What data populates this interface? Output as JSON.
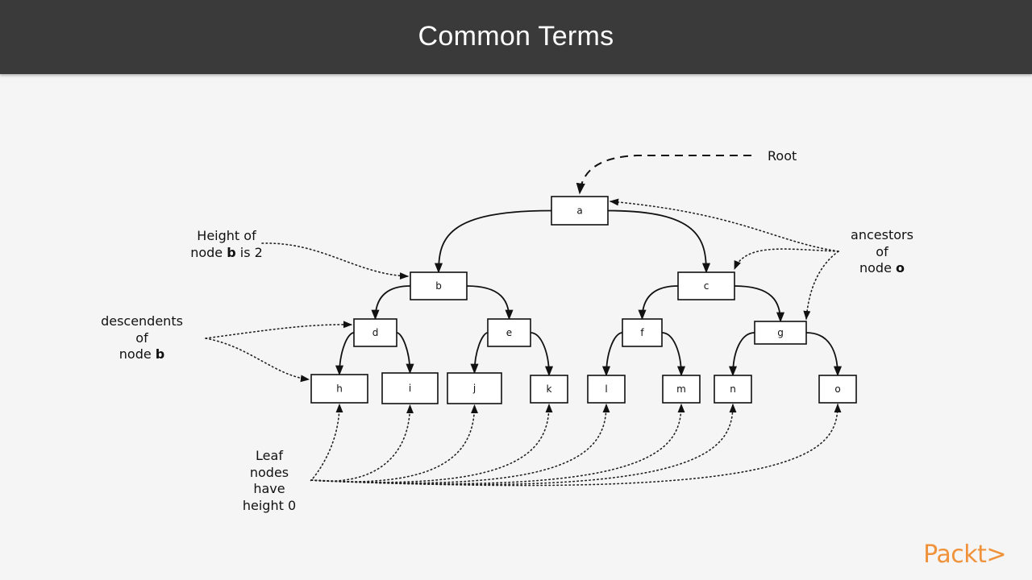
{
  "header": {
    "title": "Common Terms"
  },
  "nodes": [
    {
      "id": "a",
      "label": "a"
    },
    {
      "id": "b",
      "label": "b"
    },
    {
      "id": "c",
      "label": "c"
    },
    {
      "id": "d",
      "label": "d"
    },
    {
      "id": "e",
      "label": "e"
    },
    {
      "id": "f",
      "label": "f"
    },
    {
      "id": "g",
      "label": "g"
    },
    {
      "id": "h",
      "label": "h"
    },
    {
      "id": "i",
      "label": "i"
    },
    {
      "id": "j",
      "label": "j"
    },
    {
      "id": "k",
      "label": "k"
    },
    {
      "id": "l",
      "label": "l"
    },
    {
      "id": "m",
      "label": "m"
    },
    {
      "id": "n",
      "label": "n"
    },
    {
      "id": "o",
      "label": "o"
    }
  ],
  "edges": [
    [
      "a",
      "b"
    ],
    [
      "a",
      "c"
    ],
    [
      "b",
      "d"
    ],
    [
      "b",
      "e"
    ],
    [
      "c",
      "f"
    ],
    [
      "c",
      "g"
    ],
    [
      "d",
      "h"
    ],
    [
      "d",
      "i"
    ],
    [
      "e",
      "j"
    ],
    [
      "e",
      "k"
    ],
    [
      "f",
      "l"
    ],
    [
      "f",
      "m"
    ],
    [
      "g",
      "n"
    ],
    [
      "g",
      "o"
    ]
  ],
  "annotations": {
    "root": "Root",
    "height_line1": "Height of",
    "height_line2_pre": "node ",
    "height_line2_bold": "b",
    "height_line2_post": " is 2",
    "desc_line1": "descendents",
    "desc_line2": "of",
    "desc_line3_pre": "node ",
    "desc_line3_bold": "b",
    "anc_line1": "ancestors",
    "anc_line2": "of",
    "anc_line3_pre": "node ",
    "anc_line3_bold": "o",
    "leaf_line1": "Leaf",
    "leaf_line2": "nodes",
    "leaf_line3": "have",
    "leaf_line4": "height 0"
  },
  "logo": {
    "text": "Packt>"
  }
}
